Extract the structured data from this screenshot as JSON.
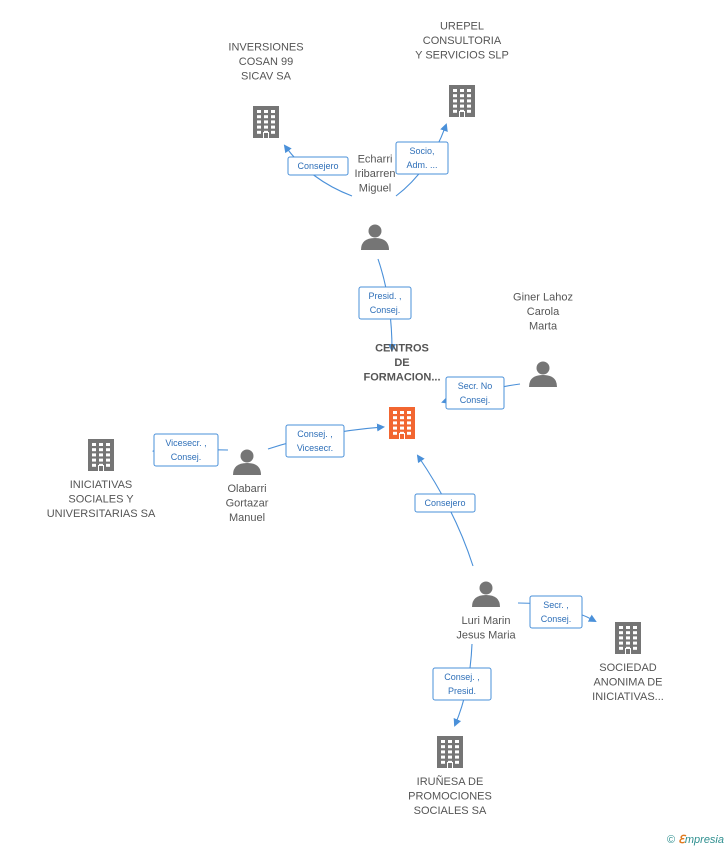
{
  "colors": {
    "edge": "#4a90d9",
    "edge_text": "#2e6fb8",
    "node_gray": "#757575",
    "focus": "#f26631",
    "label": "#555555"
  },
  "nodes": [
    {
      "id": "centros",
      "type": "company",
      "focus": true,
      "icon": "building-icon",
      "label": [
        "CENTROS",
        "DE",
        "FORMACION..."
      ]
    },
    {
      "id": "inversiones",
      "type": "company",
      "icon": "building-icon",
      "label": [
        "INVERSIONES",
        "COSAN 99",
        "SICAV SA"
      ]
    },
    {
      "id": "urepel",
      "type": "company",
      "icon": "building-icon",
      "label": [
        "UREPEL",
        "CONSULTORIA",
        "Y SERVICIOS  SLP"
      ]
    },
    {
      "id": "echarri",
      "type": "person",
      "icon": "person-icon",
      "label": [
        "Echarri",
        "Iribarren",
        "Miguel"
      ]
    },
    {
      "id": "giner",
      "type": "person",
      "icon": "person-icon",
      "label": [
        "Giner Lahoz",
        "Carola",
        "Marta"
      ]
    },
    {
      "id": "olabarri",
      "type": "person",
      "icon": "person-icon",
      "label": [
        "Olabarri",
        "Gortazar",
        "Manuel"
      ]
    },
    {
      "id": "iniciativas",
      "type": "company",
      "icon": "building-icon",
      "label": [
        "INICIATIVAS",
        "SOCIALES Y",
        "UNIVERSITARIAS SA"
      ]
    },
    {
      "id": "luri",
      "type": "person",
      "icon": "person-icon",
      "label": [
        "Luri Marin",
        "Jesus Maria"
      ]
    },
    {
      "id": "sociedad",
      "type": "company",
      "icon": "building-icon",
      "label": [
        "SOCIEDAD",
        "ANONIMA DE",
        "INICIATIVAS..."
      ]
    },
    {
      "id": "irunesa",
      "type": "company",
      "icon": "building-icon",
      "label": [
        "IRUÑESA DE",
        "PROMOCIONES",
        "SOCIALES SA"
      ]
    }
  ],
  "edges": [
    {
      "from": "echarri",
      "to": "inversiones",
      "label": [
        "Consejero"
      ]
    },
    {
      "from": "echarri",
      "to": "urepel",
      "label": [
        "Socio,",
        "Adm. ..."
      ]
    },
    {
      "from": "echarri",
      "to": "centros",
      "label": [
        "Presid. ,",
        "Consej."
      ]
    },
    {
      "from": "giner",
      "to": "centros",
      "label": [
        "Secr. No",
        "Consej."
      ]
    },
    {
      "from": "olabarri",
      "to": "centros",
      "label": [
        "Consej. ,",
        "Vicesecr."
      ]
    },
    {
      "from": "olabarri",
      "to": "iniciativas",
      "label": [
        "Vicesecr. ,",
        "Consej."
      ]
    },
    {
      "from": "luri",
      "to": "centros",
      "label": [
        "Consejero"
      ]
    },
    {
      "from": "luri",
      "to": "sociedad",
      "label": [
        "Secr. ,",
        "Consej."
      ]
    },
    {
      "from": "luri",
      "to": "irunesa",
      "label": [
        "Consej. ,",
        "Presid."
      ]
    }
  ],
  "brand": {
    "copyright": "©",
    "initial": "ℇ",
    "name": "mpresia"
  }
}
